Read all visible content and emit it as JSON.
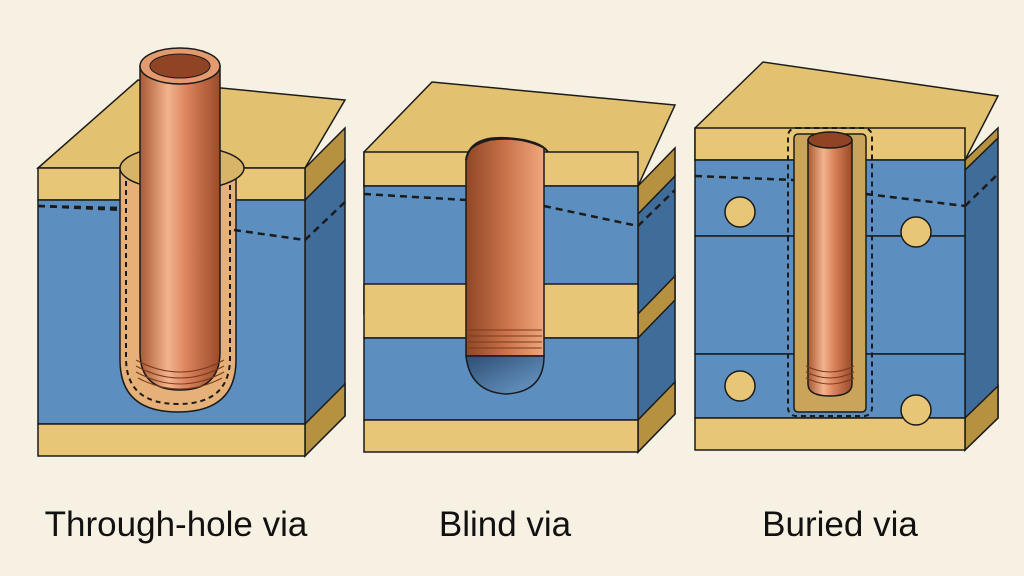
{
  "labels": {
    "through": "Through-hole via",
    "blind": "Blind via",
    "buried": "Buried via"
  },
  "colors": {
    "background": "#f7f1e3",
    "copper_light": "#f3b48d",
    "copper_mid": "#d9805a",
    "copper_dark": "#a4532f",
    "prepreg_front": "#e7c777",
    "prepreg_top": "#e2c170",
    "prepreg_side": "#b59140",
    "substrate_front": "#5c8fbf",
    "substrate_side": "#3f6c99",
    "outline": "#1b1b1b"
  }
}
